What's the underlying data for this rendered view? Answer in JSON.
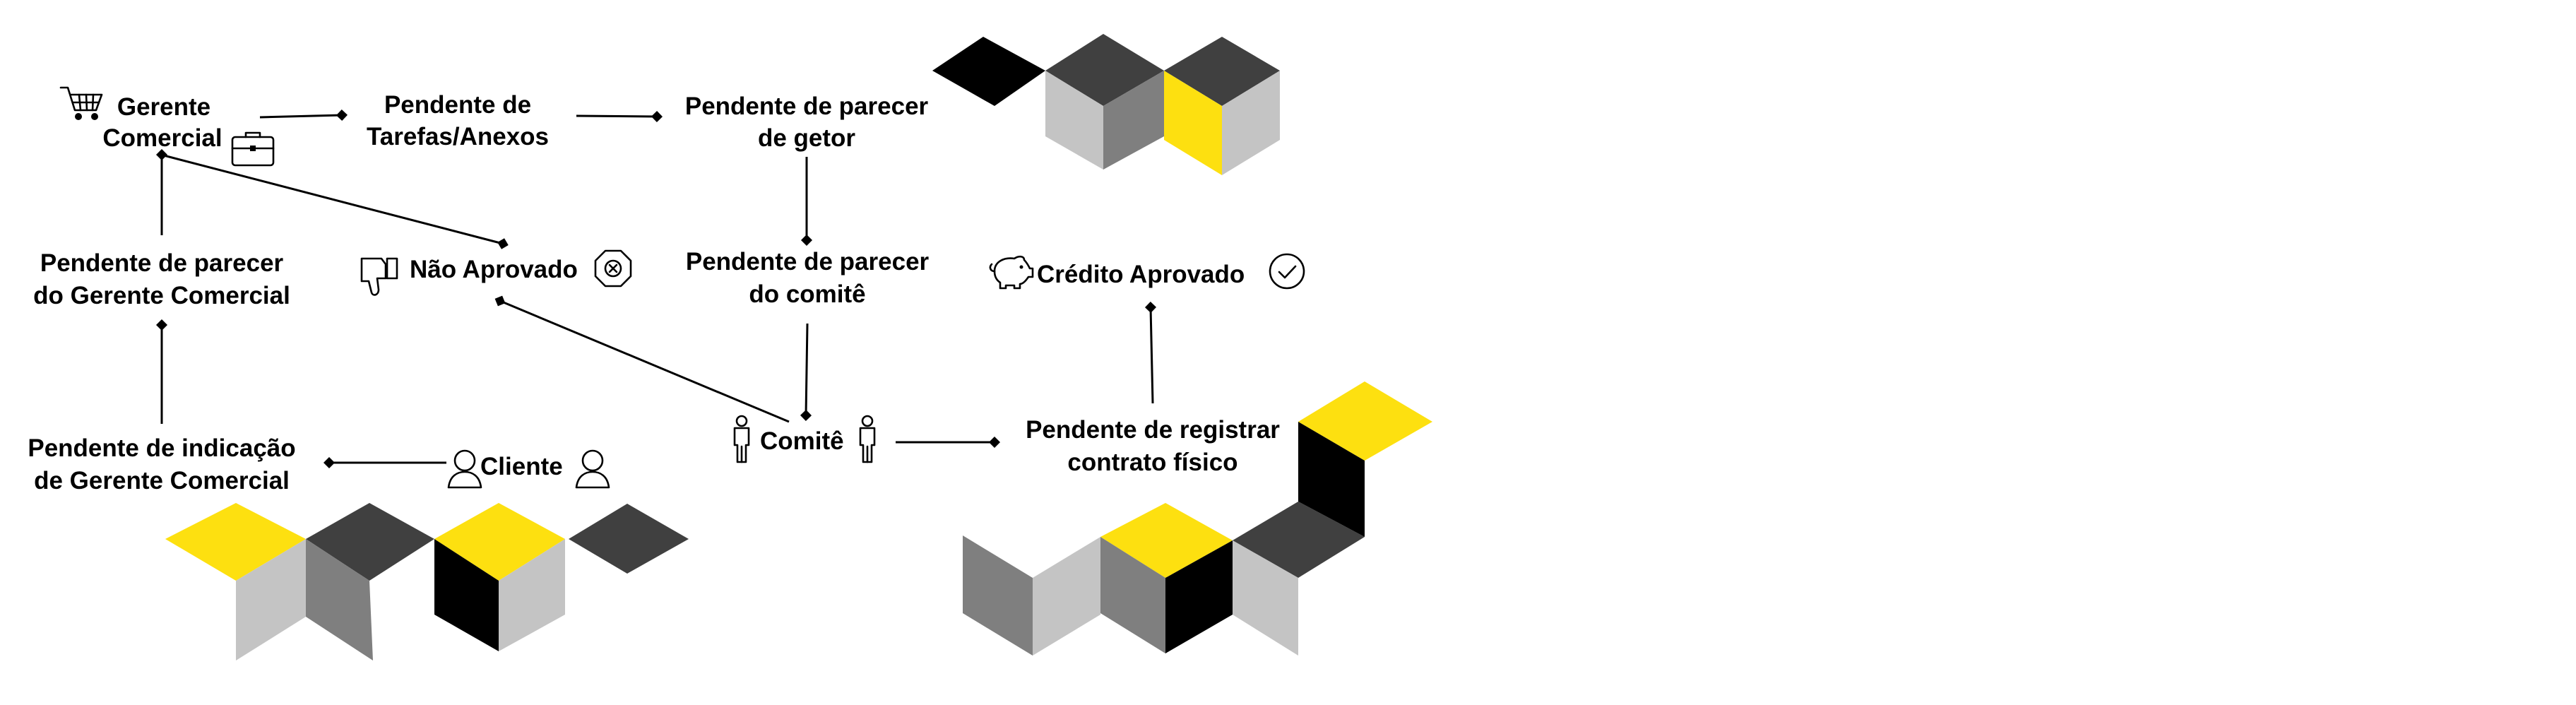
{
  "colors": {
    "yellow": "#FDE010",
    "black": "#000000",
    "dark_gray": "#404040",
    "mid_gray": "#7F7F7F",
    "light_gray": "#C4C4C4",
    "line": "#000000"
  },
  "nodes": {
    "gerente_comercial": {
      "line1": "Gerente",
      "line2": "Comercial",
      "icons": [
        "shopping-cart-icon",
        "briefcase-icon"
      ]
    },
    "pendente_tarefas": {
      "line1": "Pendente de",
      "line2": "Tarefas/Anexos"
    },
    "pendente_parecer_getor": {
      "line1": "Pendente de parecer",
      "line2": "de getor"
    },
    "pendente_parecer_gerente": {
      "line1": "Pendente de parecer",
      "line2": "do Gerente Comercial"
    },
    "nao_aprovado": {
      "label": "Não Aprovado",
      "icons": [
        "thumbs-down-icon",
        "octagon-x-icon"
      ]
    },
    "pendente_parecer_comite": {
      "line1": "Pendente de parecer",
      "line2": "do comitê"
    },
    "credito_aprovado": {
      "label": "Crédito Aprovado",
      "icons": [
        "piggy-bank-icon",
        "check-circle-icon"
      ]
    },
    "pendente_indicacao": {
      "line1": "Pendente de indicação",
      "line2": "de Gerente Comercial"
    },
    "cliente": {
      "label": "Cliente",
      "icons": [
        "person-icon",
        "person-icon"
      ]
    },
    "comite": {
      "label": "Comitê",
      "icons": [
        "standing-person-icon",
        "standing-person-icon"
      ]
    },
    "pendente_registrar": {
      "line1": "Pendente de registrar",
      "line2": "contrato físico"
    }
  },
  "edges": [
    {
      "from": "gerente_comercial",
      "to": "pendente_tarefas"
    },
    {
      "from": "pendente_tarefas",
      "to": "pendente_parecer_getor"
    },
    {
      "from": "pendente_parecer_getor",
      "to": "pendente_parecer_comite"
    },
    {
      "from": "pendente_parecer_comite",
      "to": "comite"
    },
    {
      "from": "comite",
      "to": "nao_aprovado"
    },
    {
      "from": "comite",
      "to": "pendente_registrar"
    },
    {
      "from": "pendente_registrar",
      "to": "credito_aprovado"
    },
    {
      "from": "gerente_comercial",
      "to": "nao_aprovado"
    },
    {
      "from": "pendente_parecer_gerente",
      "to": "gerente_comercial"
    },
    {
      "from": "pendente_indicacao",
      "to": "pendente_parecer_gerente"
    },
    {
      "from": "cliente",
      "to": "pendente_indicacao"
    }
  ]
}
